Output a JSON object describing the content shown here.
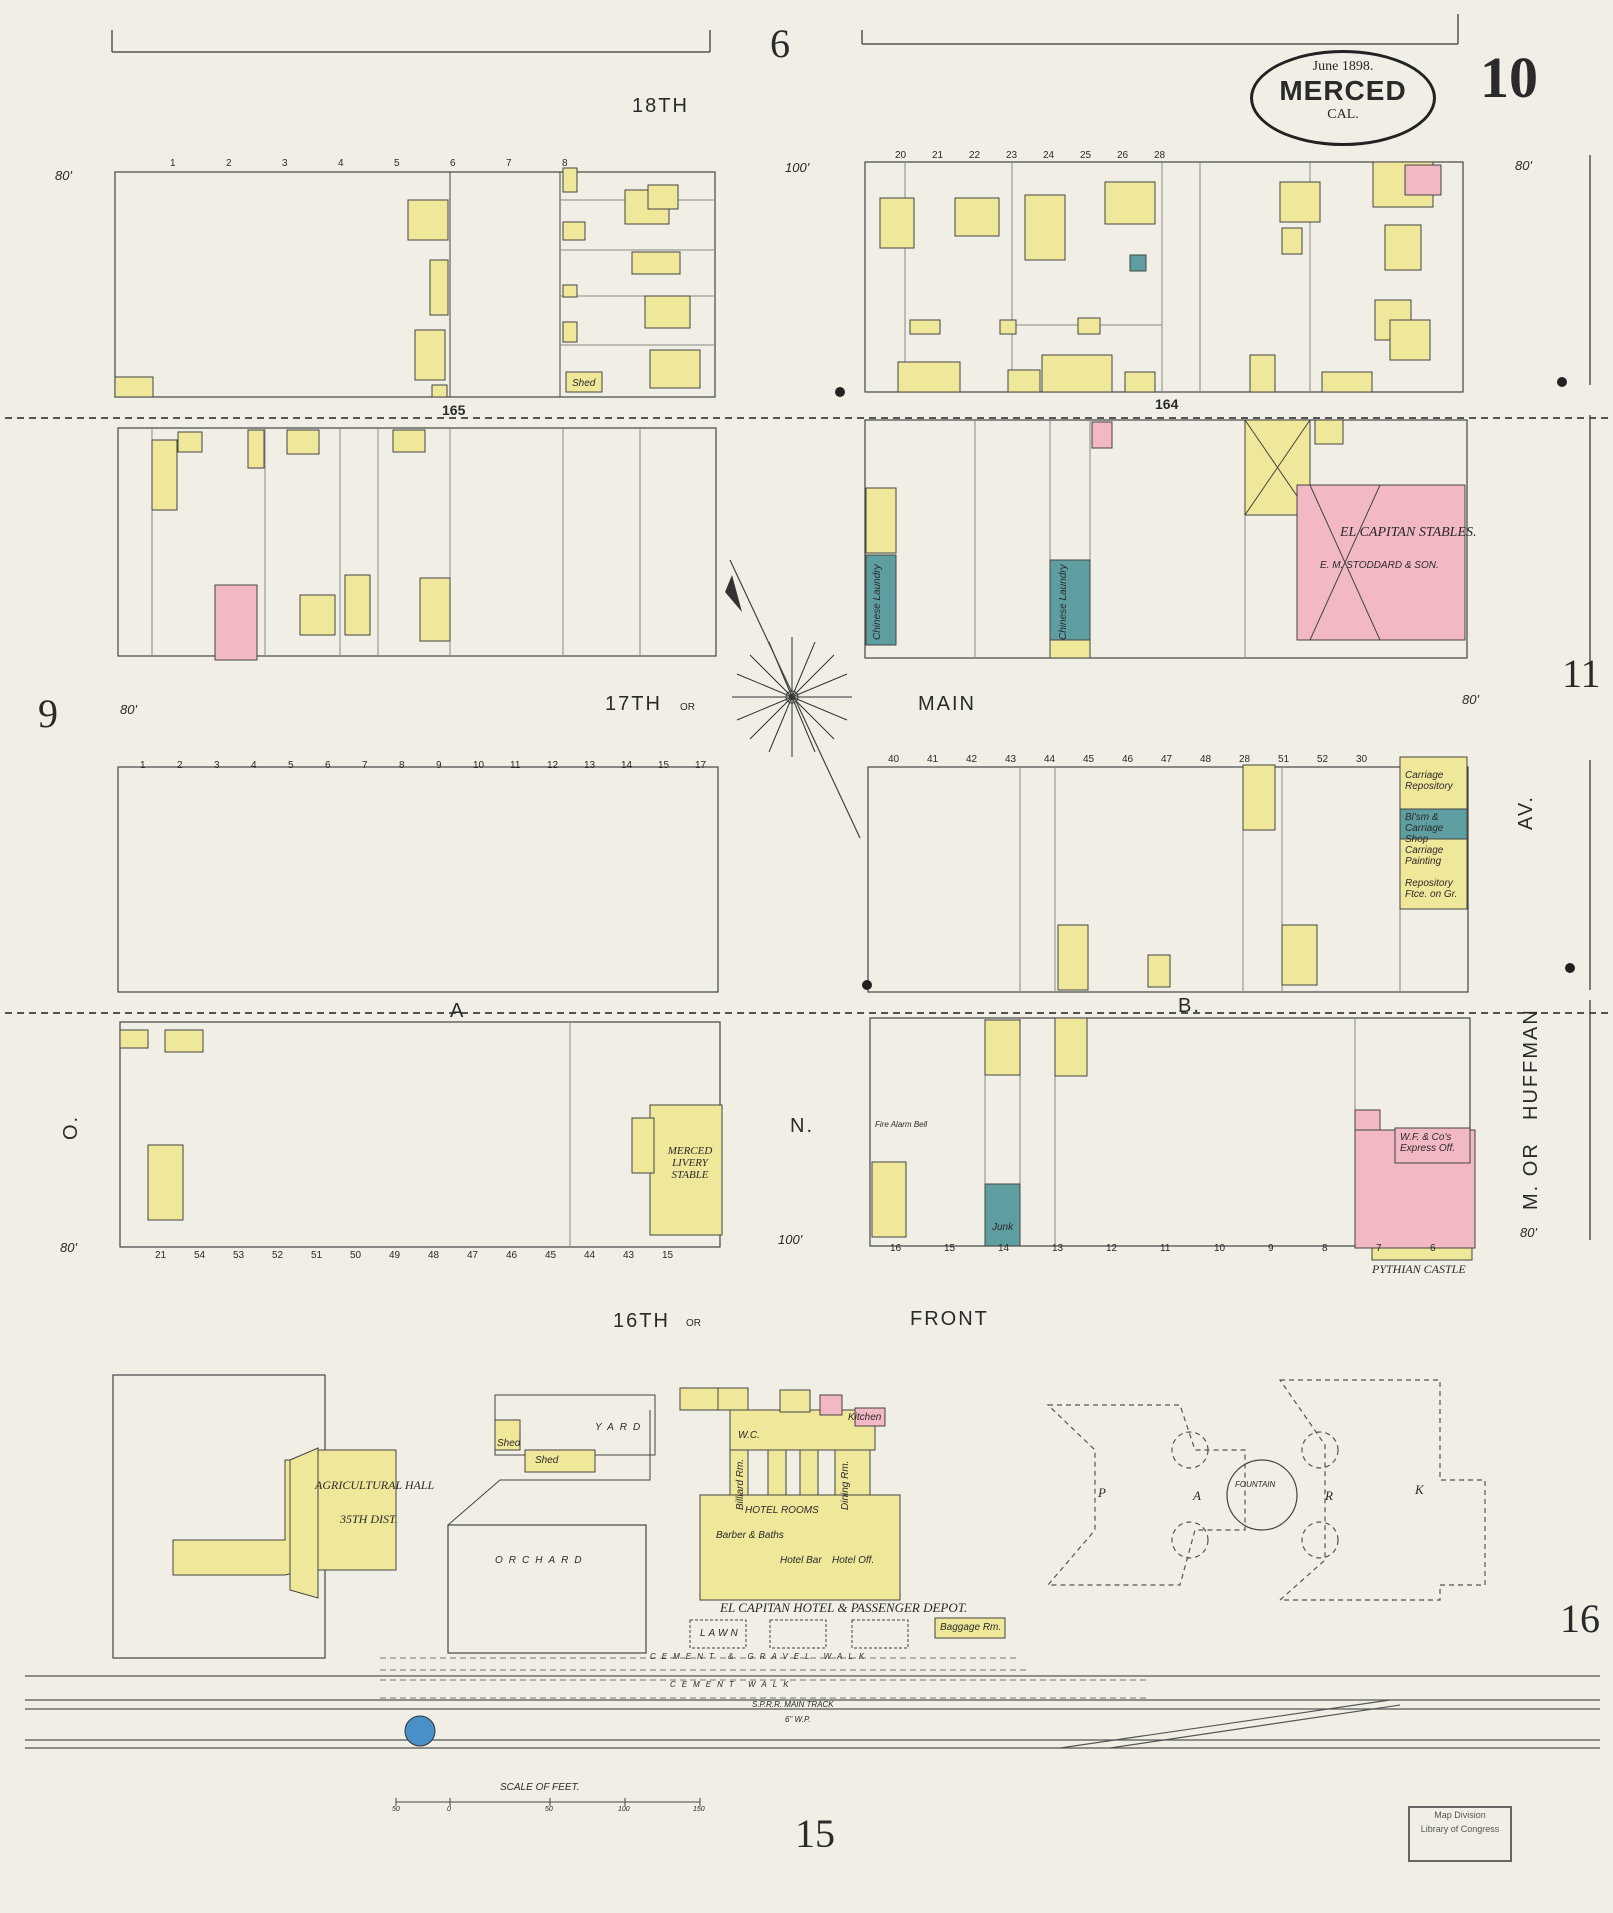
{
  "sheet": {
    "sheet_number": "10",
    "date": "June 1898.",
    "city": "MERCED",
    "state": "CAL.",
    "adjoining_sheets": {
      "top": "6",
      "left": "9",
      "right_upper": "11",
      "right_lower": "16",
      "bottom": "15"
    }
  },
  "streets": {
    "eighteenth": "18TH",
    "seventeenth": "17TH",
    "seventeenth_or": "OR",
    "main": "MAIN",
    "sixteenth": "16TH",
    "sixteenth_or": "OR",
    "front": "FRONT",
    "a": "A",
    "b": "B.",
    "n": "N.",
    "o": "O.",
    "av": "AV.",
    "huffman": "HUFFMAN",
    "m_or": "M. OR"
  },
  "block_numbers": {
    "left": "165",
    "right": "164"
  },
  "buildings": {
    "el_capitan_stables": "EL CAPITAN STABLES.",
    "stoddard": "E. M. STODDARD & SON.",
    "merced_livery": "MERCED LIVERY STABLE",
    "agricultural_hall": "AGRICULTURAL HALL",
    "district": "35TH DIST.",
    "el_capitan_hotel": "EL CAPITAN HOTEL & PASSENGER DEPOT.",
    "hotel_rooms": "HOTEL ROOMS",
    "billiard_rm": "Billiard Rm.",
    "dining_rm": "Dining Rm.",
    "kitchen": "Kitchen",
    "barber": "Barber & Baths",
    "hotel_bar": "Hotel Bar",
    "hotel_off": "Hotel Off.",
    "baggage": "Baggage Rm.",
    "pythian_castle": "PYTHIAN CASTLE",
    "wf_express": "W.F. & Co's Express Off.",
    "carriage_repository": "Carriage Repository",
    "bl_sm_carriage": "Bl'sm & Carriage Shop",
    "carriage_painting": "Carriage Painting",
    "repository_ftce": "Repository Ftce. on Gr.",
    "chinese_laundry_1": "Chinese Laundry",
    "chinese_laundry_2": "Chinese Laundry",
    "junk": "Junk",
    "shed_1": "Shed",
    "shed_2": "Shed",
    "shed_3": "Shed",
    "orchard": "ORCHARD",
    "yard": "YARD",
    "lawn": "LAWN",
    "park_p": "P",
    "park_a": "A",
    "park_r": "R",
    "park_k": "K",
    "fountain": "FOUNTAIN",
    "fire_alarm_bell": "Fire Alarm Bell",
    "wc": "W.C."
  },
  "rail": {
    "cement_walk_1": "CEMENT & GRAVEL WALK",
    "cement_walk_2": "CEMENT WALK",
    "main_track": "S.P.R.R. MAIN TRACK",
    "wp": "6\" W.P."
  },
  "scale": {
    "label": "SCALE OF FEET.",
    "ticks": [
      "50",
      "0",
      "50",
      "100",
      "150"
    ]
  },
  "stamp": {
    "line1": "Map Division",
    "line2": "Library of Congress"
  },
  "lot_numbers_top_left": [
    "1",
    "2",
    "3",
    "4",
    "5",
    "6",
    "7",
    "8"
  ],
  "lot_numbers_top_right": [
    "20",
    "21",
    "22",
    "23",
    "24",
    "25",
    "26",
    "28"
  ],
  "lot_numbers_mid_left": [
    "1",
    "2",
    "3",
    "4",
    "5",
    "6",
    "7",
    "8",
    "9",
    "10",
    "11",
    "12",
    "13",
    "14",
    "15",
    "17"
  ],
  "lot_numbers_mid_right": [
    "40",
    "41",
    "42",
    "43",
    "44",
    "45",
    "46",
    "47",
    "48",
    "28",
    "51",
    "52",
    "30"
  ],
  "lot_numbers_bottom_left": [
    "21",
    "54",
    "53",
    "52",
    "51",
    "50",
    "49",
    "48",
    "47",
    "46",
    "45",
    "44",
    "43",
    "15"
  ],
  "lot_numbers_bottom_right": [
    "16",
    "15",
    "14",
    "13",
    "12",
    "11",
    "10",
    "9",
    "8",
    "7",
    "6"
  ],
  "dimensions": [
    "80'",
    "100'",
    "80'",
    "80'",
    "80'",
    "100'",
    "80'",
    "80'"
  ],
  "colors": {
    "paper": "#f1eee5",
    "frame": "#efe79a",
    "brick": "#f2b8c4",
    "stone": "#5f9ea0",
    "hydrant": "#4a90c8"
  }
}
